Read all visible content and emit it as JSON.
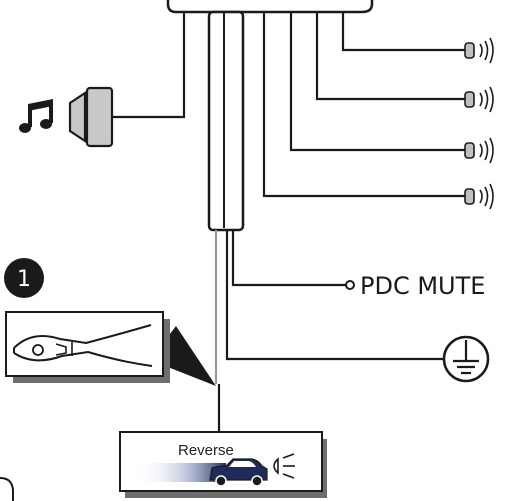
{
  "colors": {
    "ink": "#1a1a1a",
    "wire_gray": "#9a9a9a",
    "box_fill": "#ffffff",
    "speaker_fill": "#c8c8c8",
    "sensor_fill": "#c0c0c0",
    "step_badge": "#1a1a1a",
    "panel_shadow": "#6e6e6e"
  },
  "icons": {
    "music": "music-note-icon",
    "speaker": "speaker-icon",
    "sensor": "parking-sensor-icon",
    "ground": "ground-symbol-icon",
    "cutter": "wire-cutter-icon",
    "car": "reversing-car-icon",
    "reverse_light": "reverse-light-icon"
  },
  "labels": {
    "pdc_mute": "PDC MUTE",
    "step_number": "1",
    "reverse": "Reverse"
  },
  "sensor_count": 4
}
